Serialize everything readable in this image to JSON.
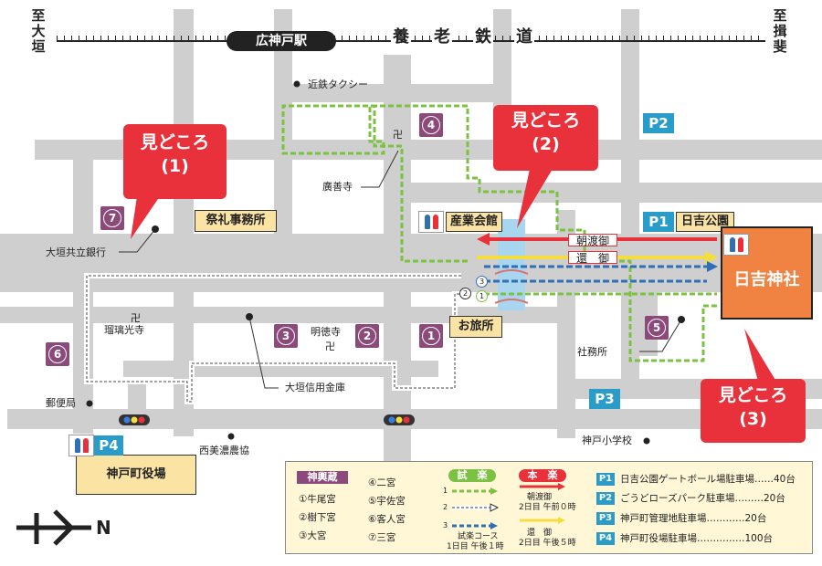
{
  "rail": {
    "left_end": "至大垣",
    "right_end": "至揖斐",
    "station": "広神戸駅",
    "line_chars": [
      "養",
      "老",
      "鉄",
      "道"
    ]
  },
  "callouts": [
    {
      "title": "見どころ",
      "num": "(1)"
    },
    {
      "title": "見どころ",
      "num": "(2)"
    },
    {
      "title": "見どころ",
      "num": "(3)"
    }
  ],
  "places": {
    "taxi": "近鉄タクシー",
    "kouzenji": "廣善寺",
    "bank": "大垣共立銀行",
    "ruriko": "瑠璃光寺",
    "meitokuji": "明徳寺",
    "shinkin": "大垣信用金庫",
    "post": "郵便局",
    "nokyo": "西美濃農協",
    "shamusho": "社務所",
    "school": "神戸小学校",
    "manji": "卍"
  },
  "buildings": {
    "sairei": "祭礼事務所",
    "sangyo": "産業会館",
    "otabisho": "お旅所",
    "hiyoshi_koen": "日吉公園",
    "yakuba": "神戸町役場",
    "shrine": "日吉神社"
  },
  "numbers": [
    "1",
    "2",
    "3",
    "4",
    "5",
    "6",
    "7"
  ],
  "parking": [
    "P1",
    "P2",
    "P3",
    "P4"
  ],
  "route_tags": {
    "asa": "朝渡御",
    "kan": "還　御"
  },
  "route_marks": [
    "1",
    "2",
    "3"
  ],
  "compass": {
    "n": "N"
  },
  "legend": {
    "mikoshi_title": "神輿蔵",
    "mikoshi": [
      "①牛尾宮",
      "②樹下宮",
      "③大宮",
      "④二宮",
      "⑤宇佐宮",
      "⑥客人宮",
      "⑦三宮"
    ],
    "shiraku": "試　楽",
    "honraku": "本　楽",
    "asa_label": "朝渡御",
    "asa_time": "2日目 午前０時",
    "course_label": "試楽コース",
    "course_time": "1日目 午後１時",
    "kan_label": "還　御",
    "kan_time": "2日目 午後５時",
    "parking_lots": [
      {
        "id": "P1",
        "text": "日吉公園ゲートボール場駐車場……40台"
      },
      {
        "id": "P2",
        "text": "ごうどローズパーク駐車場………20台"
      },
      {
        "id": "P3",
        "text": "神戸町管理地駐車場…………20台"
      },
      {
        "id": "P4",
        "text": "神戸町役場駐車場……………100台"
      }
    ]
  },
  "colors": {
    "road": "#cfcfcf",
    "callout": "#e8313a",
    "number_box": "#8b4a7a",
    "parking": "#2a9cc9",
    "building": "#fbe3a4",
    "shrine": "#f08242",
    "route_green": "#7cc242",
    "route_red": "#e8313a",
    "route_yellow": "#f6dd3f",
    "route_blue": "#2e6fb5",
    "river": "#a9d6ef"
  }
}
